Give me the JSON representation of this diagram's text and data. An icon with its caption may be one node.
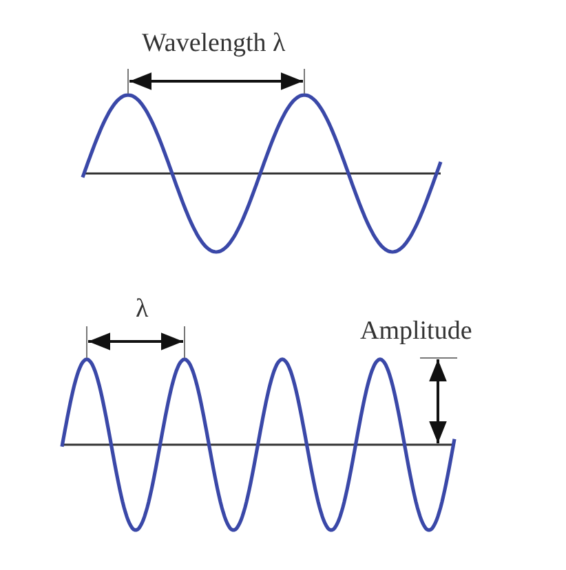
{
  "diagram": {
    "labels": [
      "Wavelength λ",
      "λ",
      "Amplitude"
    ]
  }
}
